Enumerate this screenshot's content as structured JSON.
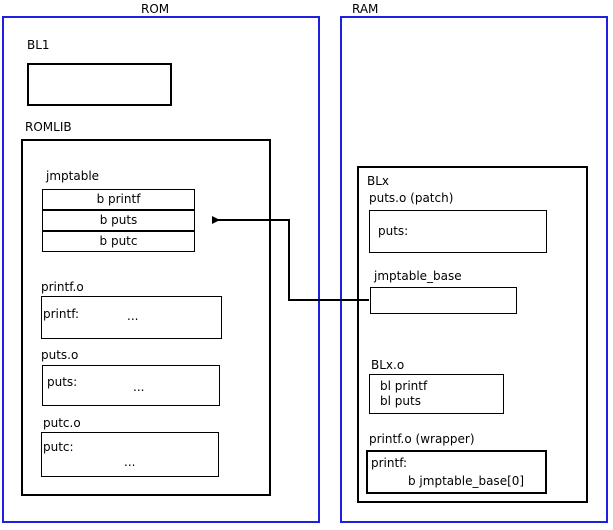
{
  "diagram": {
    "regions": [
      {
        "id": "rom",
        "title": "ROM"
      },
      {
        "id": "ram",
        "title": "RAM"
      }
    ],
    "rom": {
      "bl1": {
        "label": "BL1",
        "body": ""
      },
      "romlib": {
        "label": "ROMLIB",
        "jmptable": {
          "label": "jmptable",
          "entries": [
            {
              "text": "b printf"
            },
            {
              "text": "b puts"
            },
            {
              "text": "b putc"
            }
          ]
        },
        "objects": [
          {
            "label": "printf.o",
            "symbol": "printf:",
            "body": "..."
          },
          {
            "label": "puts.o",
            "symbol": "puts:",
            "body": "..."
          },
          {
            "label": "putc.o",
            "symbol": "putc:",
            "body": "..."
          }
        ]
      }
    },
    "ram": {
      "blx": {
        "label": "BLx",
        "patch": {
          "label": "puts.o (patch)",
          "symbol": "puts:"
        },
        "jmptable_base": {
          "label": "jmptable_base",
          "body": ""
        },
        "blx_o": {
          "label": "BLx.o",
          "line1": "bl printf",
          "line2": "bl puts"
        },
        "wrapper": {
          "label": "printf.o (wrapper)",
          "symbol": "printf:",
          "branch": "b jmptable_base[0]"
        }
      }
    },
    "connector": {
      "name": "jmptable-base-to-b-puts-arrow",
      "from": "jmptable_base",
      "to": "b puts"
    },
    "colors": {
      "region_border": "#1f1fe0",
      "box_border": "#000000",
      "background": "#ffffff",
      "text": "#000000"
    }
  }
}
